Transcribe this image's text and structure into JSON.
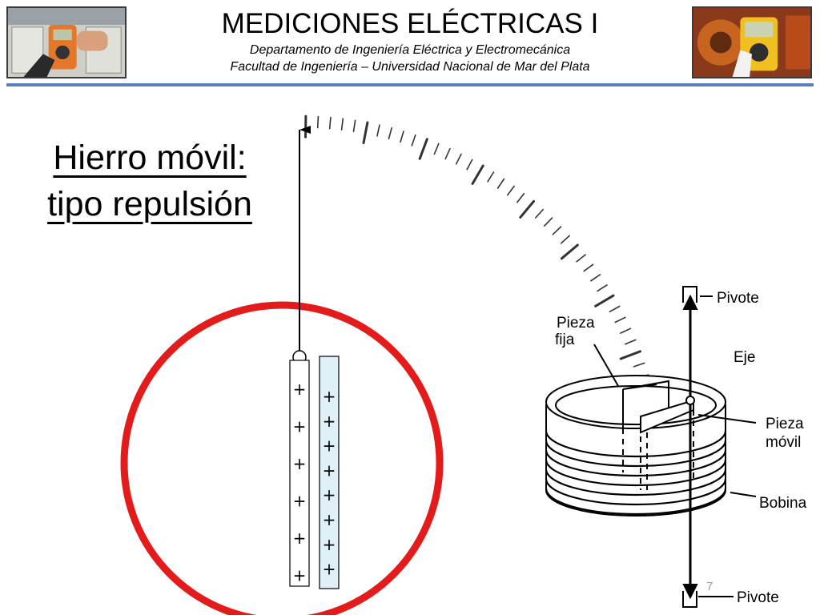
{
  "header": {
    "title": "MEDICIONES ELÉCTRICAS I",
    "department": "Departamento de Ingeniería Eléctrica y Electromecánica",
    "faculty": "Facultad de Ingeniería – Universidad Nacional de Mar del Plata",
    "rule_color": "#5b7fbf"
  },
  "slide": {
    "heading_line1": "Hierro móvil:",
    "heading_line2": "tipo repulsión",
    "page_number": "7"
  },
  "diagram": {
    "circle_color": "#e41b1b",
    "plate_left_color": "#ffffff",
    "plate_right_color": "#dff1f7",
    "left_plate_charges": [
      "+",
      "+",
      "+",
      "+",
      "+",
      "+"
    ],
    "right_plate_charges": [
      "+",
      "+",
      "+",
      "+",
      "+",
      "+",
      "+",
      "+"
    ],
    "labels": {
      "pivot_top": "Pivote",
      "fixed_piece_line1": "Pieza",
      "fixed_piece_line2": "fija",
      "axis": "Eje",
      "moving_piece_line1": "Pieza",
      "moving_piece_line2": "móvil",
      "coil": "Bobina",
      "pivot_bottom": "Pivote"
    }
  }
}
